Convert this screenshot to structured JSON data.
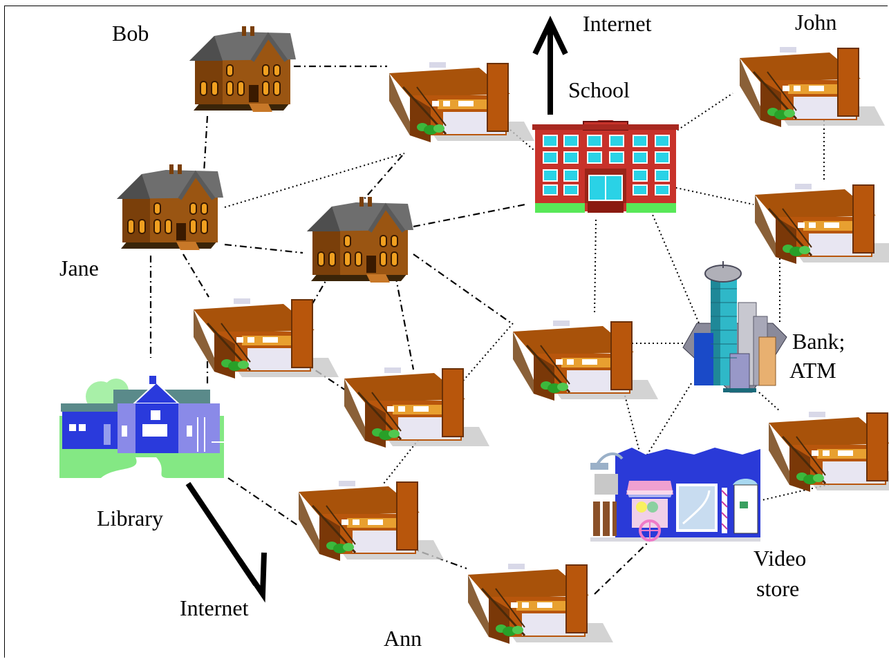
{
  "labels": {
    "bob": "Bob",
    "jane": "Jane",
    "john": "John",
    "ann": "Ann",
    "school": "School",
    "library": "Library",
    "internet_top": "Internet",
    "internet_bottom": "Internet",
    "bank_line1": "Bank;",
    "bank_line2": "ATM",
    "video_line1": "Video",
    "video_line2": "store"
  },
  "colors": {
    "victorian_body": "#9a5512",
    "victorian_roof": "#6e6e6e",
    "townhouse_body": "#b8560c",
    "townhouse_side": "#e8e6f2",
    "school_brick": "#c8322a",
    "school_window": "#2ad2e6",
    "library_blue": "#2a3adc",
    "library_grass": "#84e884",
    "bank_teal": "#2fb8c8",
    "store_blue": "#2a3ad8"
  },
  "icons": [
    "victorian-house-icon",
    "townhouse-icon",
    "school-building-icon",
    "library-building-icon",
    "bank-skyscraper-icon",
    "video-store-icon",
    "internet-arrow-icon"
  ]
}
